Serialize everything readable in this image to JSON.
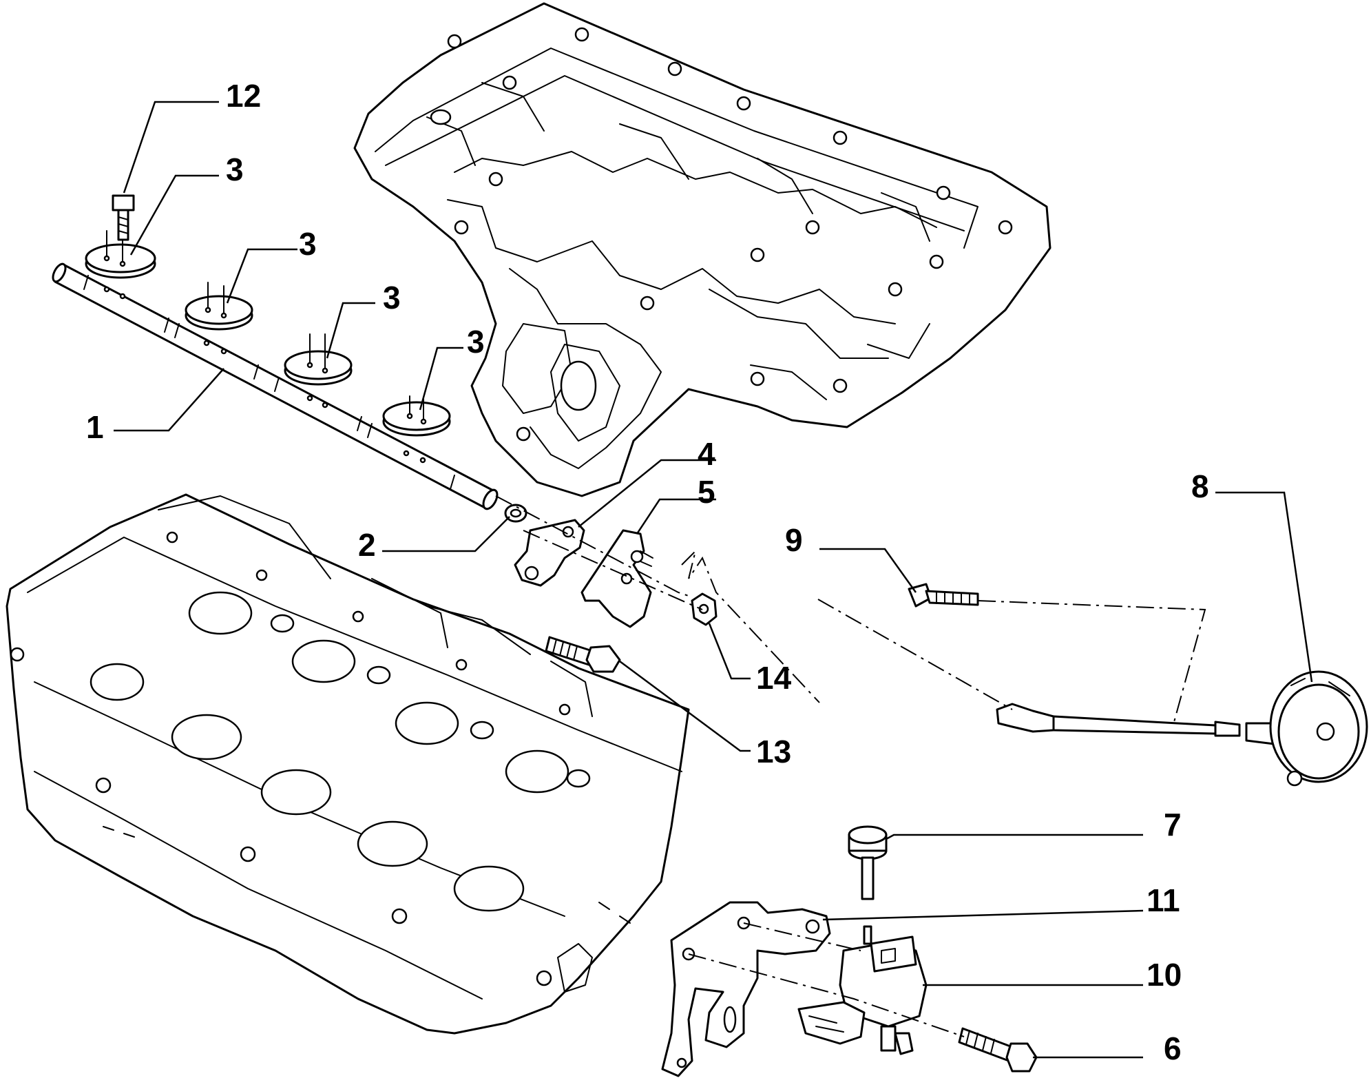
{
  "colors": {
    "line": "#000000",
    "background": "#ffffff"
  },
  "callouts": {
    "c1": "1",
    "c2": "2",
    "c3a": "3",
    "c3b": "3",
    "c3c": "3",
    "c3d": "3",
    "c4": "4",
    "c5": "5",
    "c6": "6",
    "c7": "7",
    "c8": "8",
    "c9": "9",
    "c10": "10",
    "c11": "11",
    "c12": "12",
    "c13": "13",
    "c14": "14"
  }
}
